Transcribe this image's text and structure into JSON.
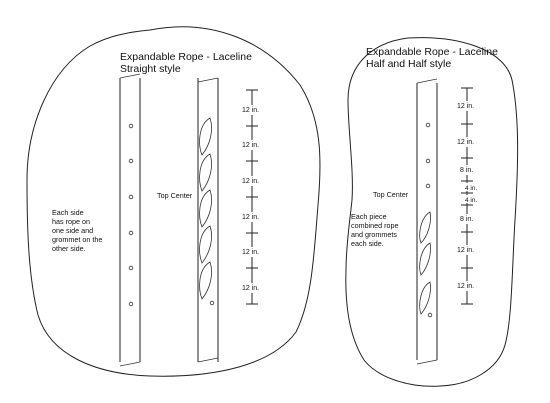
{
  "left_panel": {
    "title_line1": "Expandable Rope - Laceline",
    "title_line2": "Straight style",
    "top_center_label": "Top Center",
    "note_lines": [
      "Each side",
      "has rope on",
      "one side and",
      "grommet on the",
      "other side."
    ],
    "dimensions": [
      "12 in.",
      "12 in.",
      "12 in.",
      "12 in.",
      "12 in.",
      "12 in."
    ]
  },
  "right_panel": {
    "title_line1": "Expandable Rope - Laceline",
    "title_line2": "Half and Half style",
    "top_center_label": "Top Center",
    "note_lines": [
      "Each piece",
      "combined rope",
      "and grommets",
      "each side."
    ],
    "dimensions": [
      "12 in.",
      "12 in.",
      "8 in.",
      "4 in.",
      "4 in.",
      "8 in.",
      "12 in.",
      "12 in."
    ]
  }
}
